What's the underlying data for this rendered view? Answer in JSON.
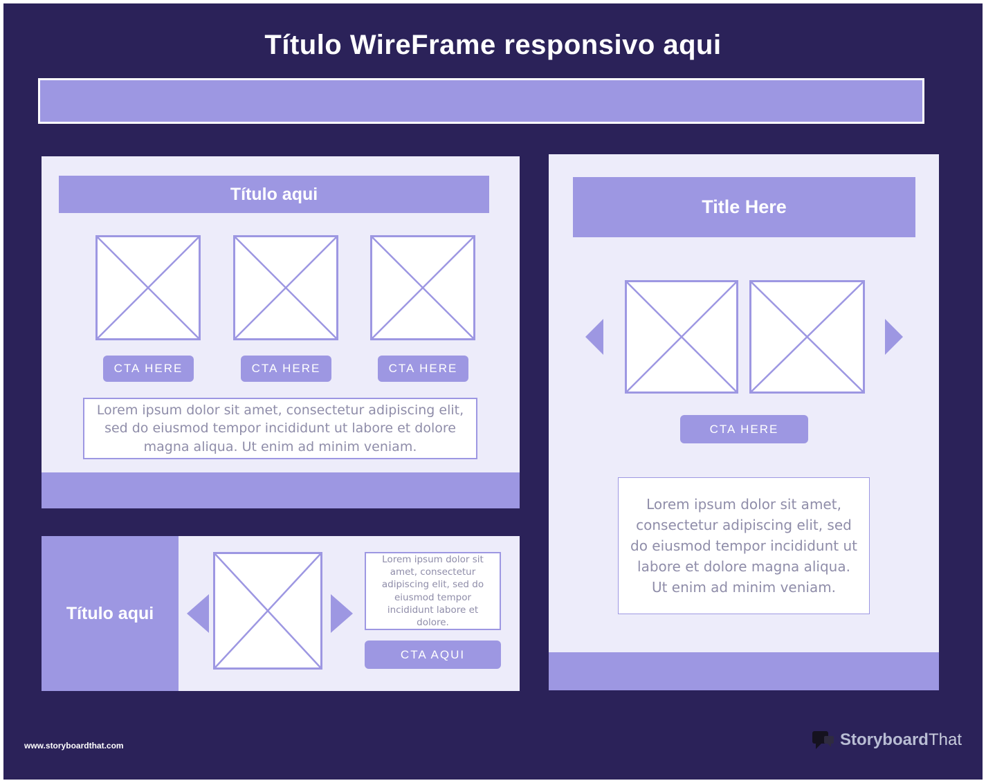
{
  "page": {
    "title": "Título WireFrame responsivo aqui",
    "footer_url": "www.storyboardthat.com",
    "logo": {
      "storyboard": "Storyboard",
      "that": "That"
    }
  },
  "colors": {
    "background": "#2b2259",
    "accent": "#9d97e2",
    "card_background": "#edecfa",
    "body_text": "#8f8da9",
    "title_text": "#ffffff"
  },
  "left_card": {
    "title": "Título aqui",
    "items": [
      {
        "cta": "CTA HERE"
      },
      {
        "cta": "CTA HERE"
      },
      {
        "cta": "CTA HERE"
      }
    ],
    "body_text": "Lorem ipsum dolor sit amet, consectetur adipiscing elit, sed do eiusmod tempor incididunt ut labore et dolore magna aliqua. Ut enim ad minim veniam."
  },
  "bottom_left_card": {
    "title": "Título aqui",
    "body_text": "Lorem ipsum dolor sit amet, consectetur adipiscing elit, sed do eiusmod tempor incididunt labore et dolore.",
    "cta": "CTA AQUI"
  },
  "right_card": {
    "title": "Title Here",
    "cta": "CTA HERE",
    "body_text": "Lorem ipsum dolor sit amet, consectetur adipiscing elit, sed do eiusmod tempor incididunt ut labore et dolore magna aliqua. Ut enim ad minim veniam."
  }
}
